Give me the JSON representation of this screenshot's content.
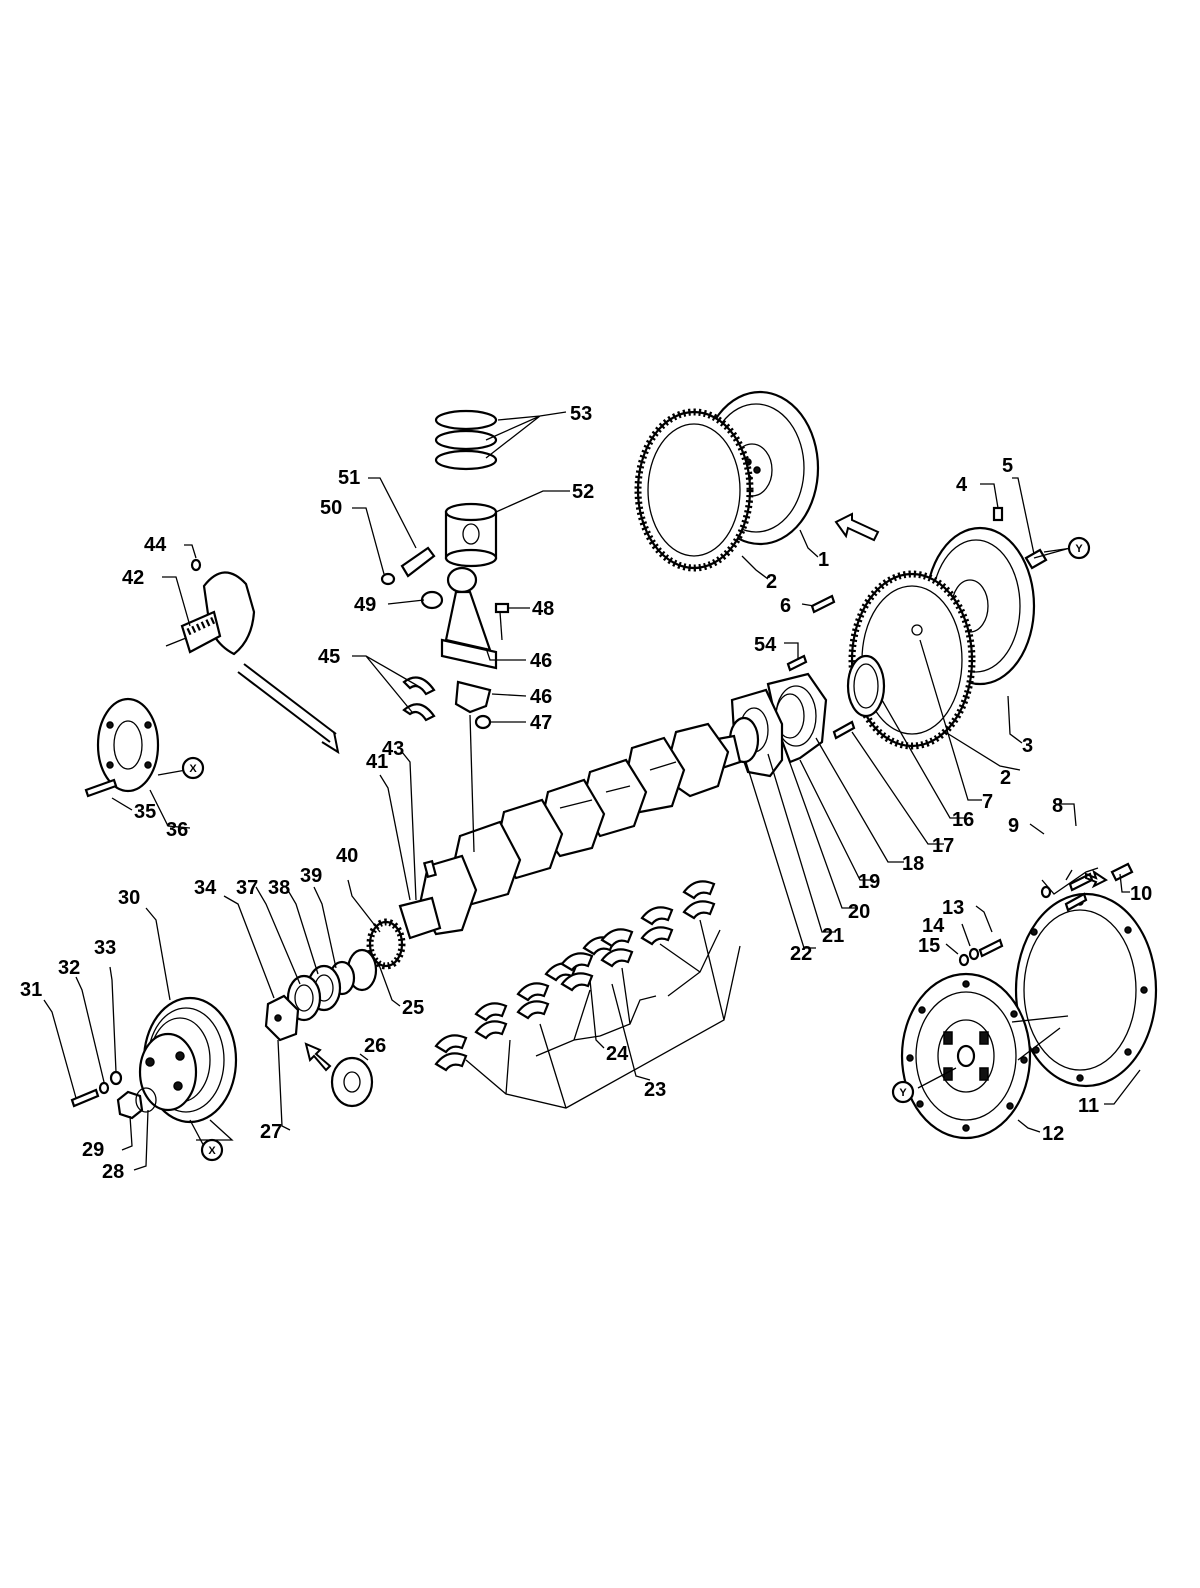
{
  "callouts": [
    {
      "id": "c1",
      "text": "1"
    },
    {
      "id": "c2a",
      "text": "2"
    },
    {
      "id": "c2b",
      "text": "2"
    },
    {
      "id": "c3",
      "text": "3"
    },
    {
      "id": "c4",
      "text": "4"
    },
    {
      "id": "c5",
      "text": "5"
    },
    {
      "id": "c6",
      "text": "6"
    },
    {
      "id": "c7",
      "text": "7"
    },
    {
      "id": "c8",
      "text": "8"
    },
    {
      "id": "c9",
      "text": "9"
    },
    {
      "id": "c10",
      "text": "10"
    },
    {
      "id": "c11",
      "text": "11"
    },
    {
      "id": "c12",
      "text": "12"
    },
    {
      "id": "c13",
      "text": "13"
    },
    {
      "id": "c14",
      "text": "14"
    },
    {
      "id": "c15",
      "text": "15"
    },
    {
      "id": "c16",
      "text": "16"
    },
    {
      "id": "c17",
      "text": "17"
    },
    {
      "id": "c18",
      "text": "18"
    },
    {
      "id": "c19",
      "text": "19"
    },
    {
      "id": "c20",
      "text": "20"
    },
    {
      "id": "c21",
      "text": "21"
    },
    {
      "id": "c22",
      "text": "22"
    },
    {
      "id": "c23",
      "text": "23"
    },
    {
      "id": "c24",
      "text": "24"
    },
    {
      "id": "c25",
      "text": "25"
    },
    {
      "id": "c26",
      "text": "26"
    },
    {
      "id": "c27",
      "text": "27"
    },
    {
      "id": "c28",
      "text": "28"
    },
    {
      "id": "c29",
      "text": "29"
    },
    {
      "id": "c30",
      "text": "30"
    },
    {
      "id": "c31",
      "text": "31"
    },
    {
      "id": "c32",
      "text": "32"
    },
    {
      "id": "c33",
      "text": "33"
    },
    {
      "id": "c34",
      "text": "34"
    },
    {
      "id": "c35",
      "text": "35"
    },
    {
      "id": "c36",
      "text": "36"
    },
    {
      "id": "c37",
      "text": "37"
    },
    {
      "id": "c38",
      "text": "38"
    },
    {
      "id": "c39",
      "text": "39"
    },
    {
      "id": "c40",
      "text": "40"
    },
    {
      "id": "c41",
      "text": "41"
    },
    {
      "id": "c42",
      "text": "42"
    },
    {
      "id": "c43",
      "text": "43"
    },
    {
      "id": "c44",
      "text": "44"
    },
    {
      "id": "c45",
      "text": "45"
    },
    {
      "id": "c46a",
      "text": "46"
    },
    {
      "id": "c46b",
      "text": "46"
    },
    {
      "id": "c47",
      "text": "47"
    },
    {
      "id": "c48",
      "text": "48"
    },
    {
      "id": "c49",
      "text": "49"
    },
    {
      "id": "c50",
      "text": "50"
    },
    {
      "id": "c51",
      "text": "51"
    },
    {
      "id": "c52",
      "text": "52"
    },
    {
      "id": "c53",
      "text": "53"
    },
    {
      "id": "c54",
      "text": "54"
    }
  ],
  "markers": [
    {
      "id": "mY1",
      "text": "Y"
    },
    {
      "id": "mY2",
      "text": "Y"
    },
    {
      "id": "mX1",
      "text": "X"
    },
    {
      "id": "mX2",
      "text": "X"
    }
  ]
}
